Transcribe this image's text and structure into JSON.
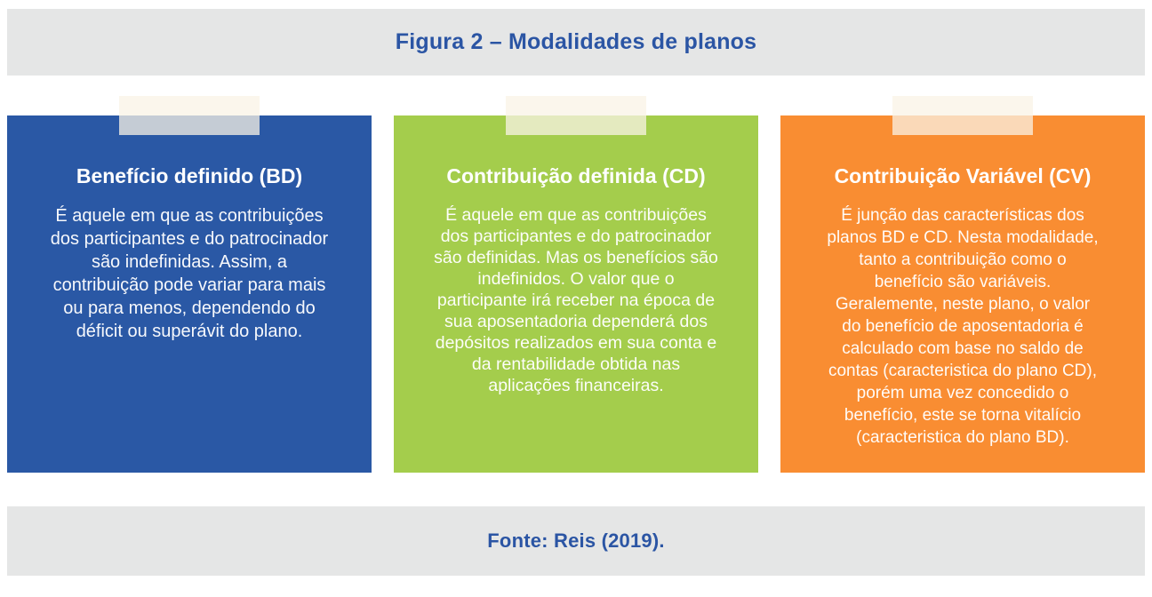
{
  "header": {
    "title": "Figura 2 – Modalidades de planos"
  },
  "cards": [
    {
      "id": "BD",
      "title": "Benefício definido (BD)",
      "body": "É aquele em que as contribuições\ndos participantes e do patrocinador\nsão indefinidas. Assim, a\ncontribuição pode variar para mais\nou para menos, dependendo do\ndéficit ou superávit do plano.",
      "color": "#2A58A5"
    },
    {
      "id": "CD",
      "title": "Contribuição definida (CD)",
      "body": "É aquele em que as contribuições\ndos participantes e do patrocinador\nsão definidas. Mas os benefícios são\nindefinidos. O valor que o\nparticipante irá receber na época de\nsua aposentadoria dependerá dos\ndepósitos realizados em sua conta e\nda rentabilidade obtida nas\naplicações financeiras.",
      "color": "#A4CD4C"
    },
    {
      "id": "CV",
      "title": "Contribuição Variável (CV)",
      "body": "É junção das características dos\nplanos BD e CD. Nesta modalidade,\ntanto a contribuição como o\nbenefício são variáveis.\nGeralemente, neste plano, o valor\ndo benefício de aposentadoria é\ncalculado com base no saldo de\ncontas (caracteristica do plano CD),\nporém uma vez concedido o\nbenefício, este se torna vitalício\n(caracteristica do plano BD).",
      "color": "#F98D32"
    }
  ],
  "footer": {
    "source": "Fonte: Reis (2019)."
  },
  "colors": {
    "bar_background": "#E5E6E6",
    "bar_text": "#2B55A4",
    "card_text": "#FFFFFF",
    "tape": "rgba(250,243,230,0.75)"
  }
}
